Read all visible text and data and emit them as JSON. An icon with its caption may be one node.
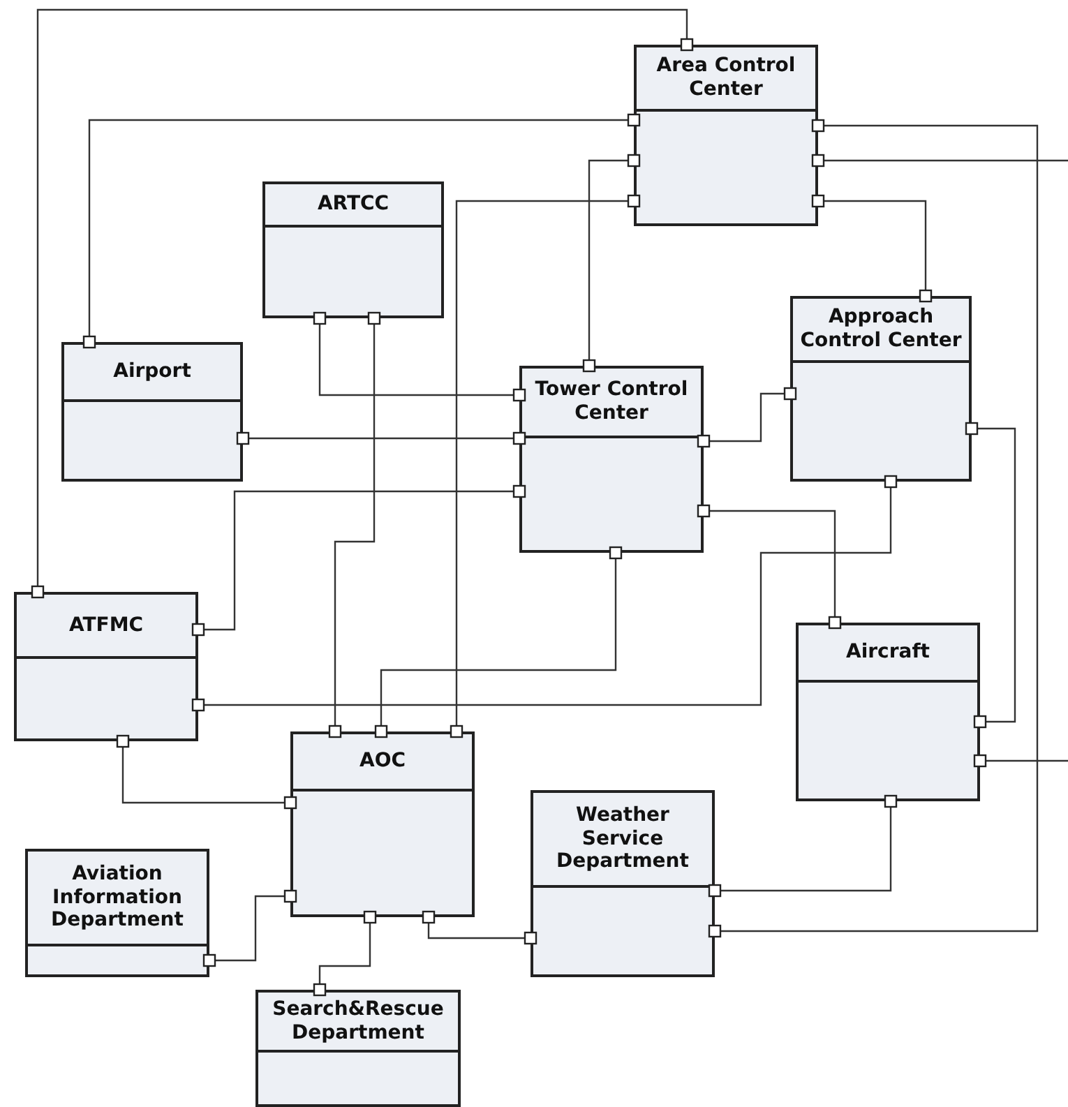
{
  "diagram": {
    "nodes": [
      {
        "text": [
          "Area Control Center"
        ]
      },
      {
        "text": [
          "ARTCC"
        ]
      },
      {
        "text": [
          "Approach Control Center"
        ]
      },
      {
        "text": [
          "Airport"
        ]
      },
      {
        "text": [
          "Tower Control Center"
        ]
      },
      {
        "text": [
          "ATFMC"
        ]
      },
      {
        "text": [
          "Aircraft"
        ]
      },
      {
        "text": [
          "AOC"
        ]
      },
      {
        "text": [
          "Weather Service Department"
        ]
      },
      {
        "text": [
          "Aviation Information Department"
        ]
      },
      {
        "text": [
          "Search&Rescue Department"
        ]
      }
    ],
    "edges": [
      {
        "from": 0,
        "to": 5,
        "arrow": "other"
      },
      {
        "from": 0,
        "to": 3,
        "arrow": "other"
      },
      {
        "from": 0,
        "to": 4,
        "arrow": "other"
      },
      {
        "from": 0,
        "to": 7,
        "arrow": "other"
      },
      {
        "from": 0,
        "to": 8,
        "arrow": "other"
      },
      {
        "from": 0,
        "to": null,
        "arrow": "other"
      },
      {
        "from": 0,
        "to": 2,
        "arrow": "other"
      },
      {
        "from": 1,
        "to": 4,
        "arrow": "other"
      },
      {
        "from": 1,
        "to": 7,
        "arrow": "other"
      },
      {
        "from": 3,
        "to": 4,
        "arrow": "other"
      },
      {
        "from": 4,
        "to": 5,
        "arrow": "other"
      },
      {
        "from": 4,
        "to": 2,
        "arrow": "other"
      },
      {
        "from": 4,
        "to": 6,
        "arrow": "other"
      },
      {
        "from": 4,
        "to": 7,
        "arrow": "other"
      },
      {
        "from": 2,
        "to": 5,
        "arrow": "other"
      },
      {
        "from": 2,
        "to": 6,
        "arrow": "other"
      },
      {
        "from": 5,
        "to": 7,
        "arrow": "other"
      },
      {
        "from": 7,
        "to": 9,
        "arrow": "other"
      },
      {
        "from": 7,
        "to": 10,
        "arrow": "other"
      },
      {
        "from": 7,
        "to": 8,
        "arrow": "other"
      },
      {
        "from": 6,
        "to": 8,
        "arrow": "other"
      },
      {
        "from": 6,
        "to": null,
        "arrow": "other"
      }
    ]
  }
}
